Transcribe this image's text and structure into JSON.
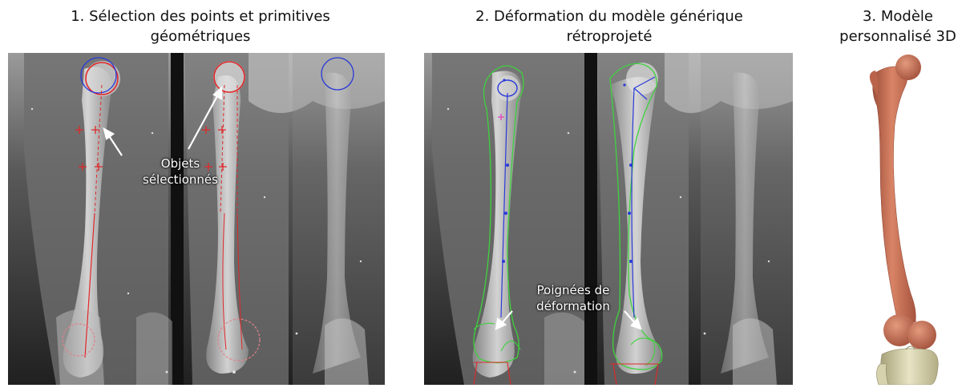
{
  "captions": {
    "step1": "1. Sélection des points et primitives\ngéométriques",
    "step2": "2. Déformation du modèle générique\nrétroprojeté",
    "step3": "3. Modèle\npersonnalisé 3D"
  },
  "annotations": {
    "selected_objects": "Objets\nsélectionnés",
    "deformation_handles": "Poignées de\ndéformation"
  },
  "colors": {
    "model_bone": "#c9735a",
    "selection_red": "#e0282a",
    "selection_blue": "#2a3ad8",
    "contour_green": "#3fd23f"
  }
}
